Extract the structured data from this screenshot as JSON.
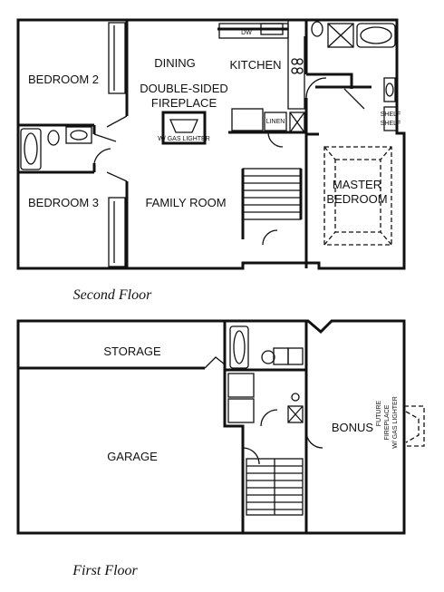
{
  "second_floor": {
    "caption": "Second Floor",
    "rooms": {
      "bedroom2": "BEDROOM 2",
      "bedroom3": "BEDROOM 3",
      "dining": "DINING",
      "kitchen": "KITCHEN",
      "fireplace_line1": "DOUBLE-SIDED",
      "fireplace_line2": "FIREPLACE",
      "family_room": "FAMILY ROOM",
      "master_line1": "MASTER",
      "master_line2": "BEDROOM"
    },
    "small_labels": {
      "dw": "DW",
      "fireplace_note": "W/ GAS LIGHTER",
      "closet": "LINEN",
      "shelf_line1": "SHELF",
      "shelf_line2": "SHELF"
    }
  },
  "first_floor": {
    "caption": "First Floor",
    "rooms": {
      "storage": "STORAGE",
      "garage": "GARAGE",
      "bonus": "BONUS"
    },
    "small_labels": {
      "fireplace_line1": "FUTURE",
      "fireplace_line2": "FIREPLACE",
      "fireplace_line3": "W/ GAS LIGHTER"
    }
  }
}
